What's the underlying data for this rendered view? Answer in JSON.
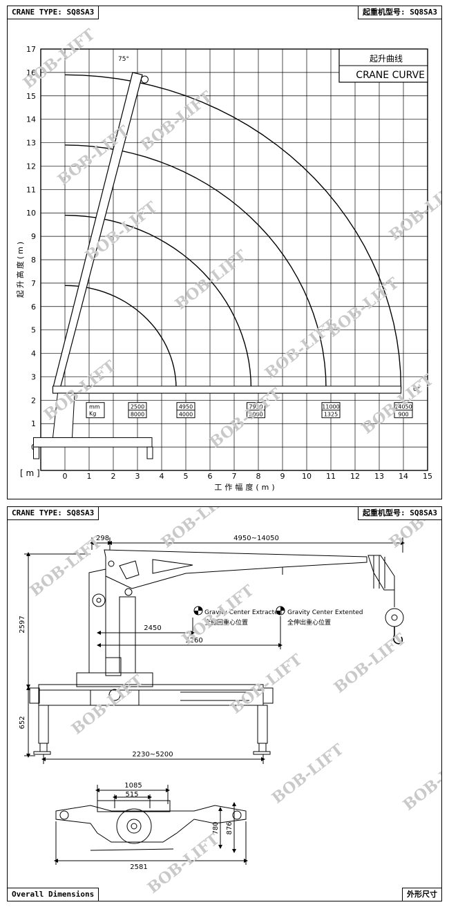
{
  "top_panel": {
    "crane_type_label": "CRANE TYPE: SQ8SA3",
    "crane_model_label": "起重机型号: SQ8SA3",
    "legend_cn": "起升曲线",
    "legend_en": "CRANE CURVE",
    "y_axis_label": "起升高度(m)",
    "x_axis_label": "工作幅度(m)",
    "x_unit": "[ m ]",
    "angle_top": "75°",
    "angle_bottom": "0°",
    "load_header_mm": "mm",
    "load_header_kg": "Kg"
  },
  "chart_data": {
    "type": "scatter",
    "title": "CRANE CURVE",
    "xlabel": "工作幅度(m)",
    "ylabel": "起升高度(m)",
    "xlim": [
      -1,
      15
    ],
    "ylim": [
      -1,
      17
    ],
    "x_ticks": [
      0,
      1,
      2,
      3,
      4,
      5,
      6,
      7,
      8,
      9,
      10,
      11,
      12,
      13,
      14,
      15
    ],
    "y_ticks": [
      0,
      1,
      2,
      3,
      4,
      5,
      6,
      7,
      8,
      9,
      10,
      11,
      12,
      13,
      14,
      15,
      16,
      17
    ],
    "grid": true,
    "load_table": [
      {
        "radius_mm": "2500",
        "load_kg": "8000",
        "x": 3.0
      },
      {
        "radius_mm": "4950",
        "load_kg": "4000",
        "x": 5.0
      },
      {
        "radius_mm": "7950",
        "load_kg": "2000",
        "x": 7.9
      },
      {
        "radius_mm": "11000",
        "load_kg": "1325",
        "x": 11.0
      },
      {
        "radius_mm": "14050",
        "load_kg": "900",
        "x": 14.0
      }
    ],
    "series": [
      {
        "name": "",
        "max_radius": 4.6,
        "max_height": 6.9
      },
      {
        "name": "",
        "max_radius": 7.7,
        "max_height": 9.9
      },
      {
        "name": "",
        "max_radius": 10.8,
        "max_height": 12.9
      },
      {
        "name": "",
        "max_radius": 13.9,
        "max_height": 15.9
      }
    ]
  },
  "bottom_panel": {
    "crane_type_label": "CRANE TYPE: SQ8SA3",
    "crane_model_label": "起重机型号: SQ8SA3",
    "dim_298": "298",
    "dim_reach": "4950~14050",
    "dim_2597": "2597",
    "dim_2450": "2450",
    "dim_5260": "5260",
    "dim_652": "652",
    "dim_outrigger": "2230~5200",
    "dim_1085": "1085",
    "dim_515": "515",
    "dim_780": "780",
    "dim_876": "876",
    "dim_2581": "2581",
    "gc_extracted_en": "Gravity Center Extracted",
    "gc_extracted_cn": "全缩回重心位置",
    "gc_extended_en": "Gravity Center Extented",
    "gc_extended_cn": "全伸出重心位置",
    "footer_left": "Overall Dimensions",
    "footer_right": "外形尺寸"
  },
  "watermark": "BOB-LIFT"
}
